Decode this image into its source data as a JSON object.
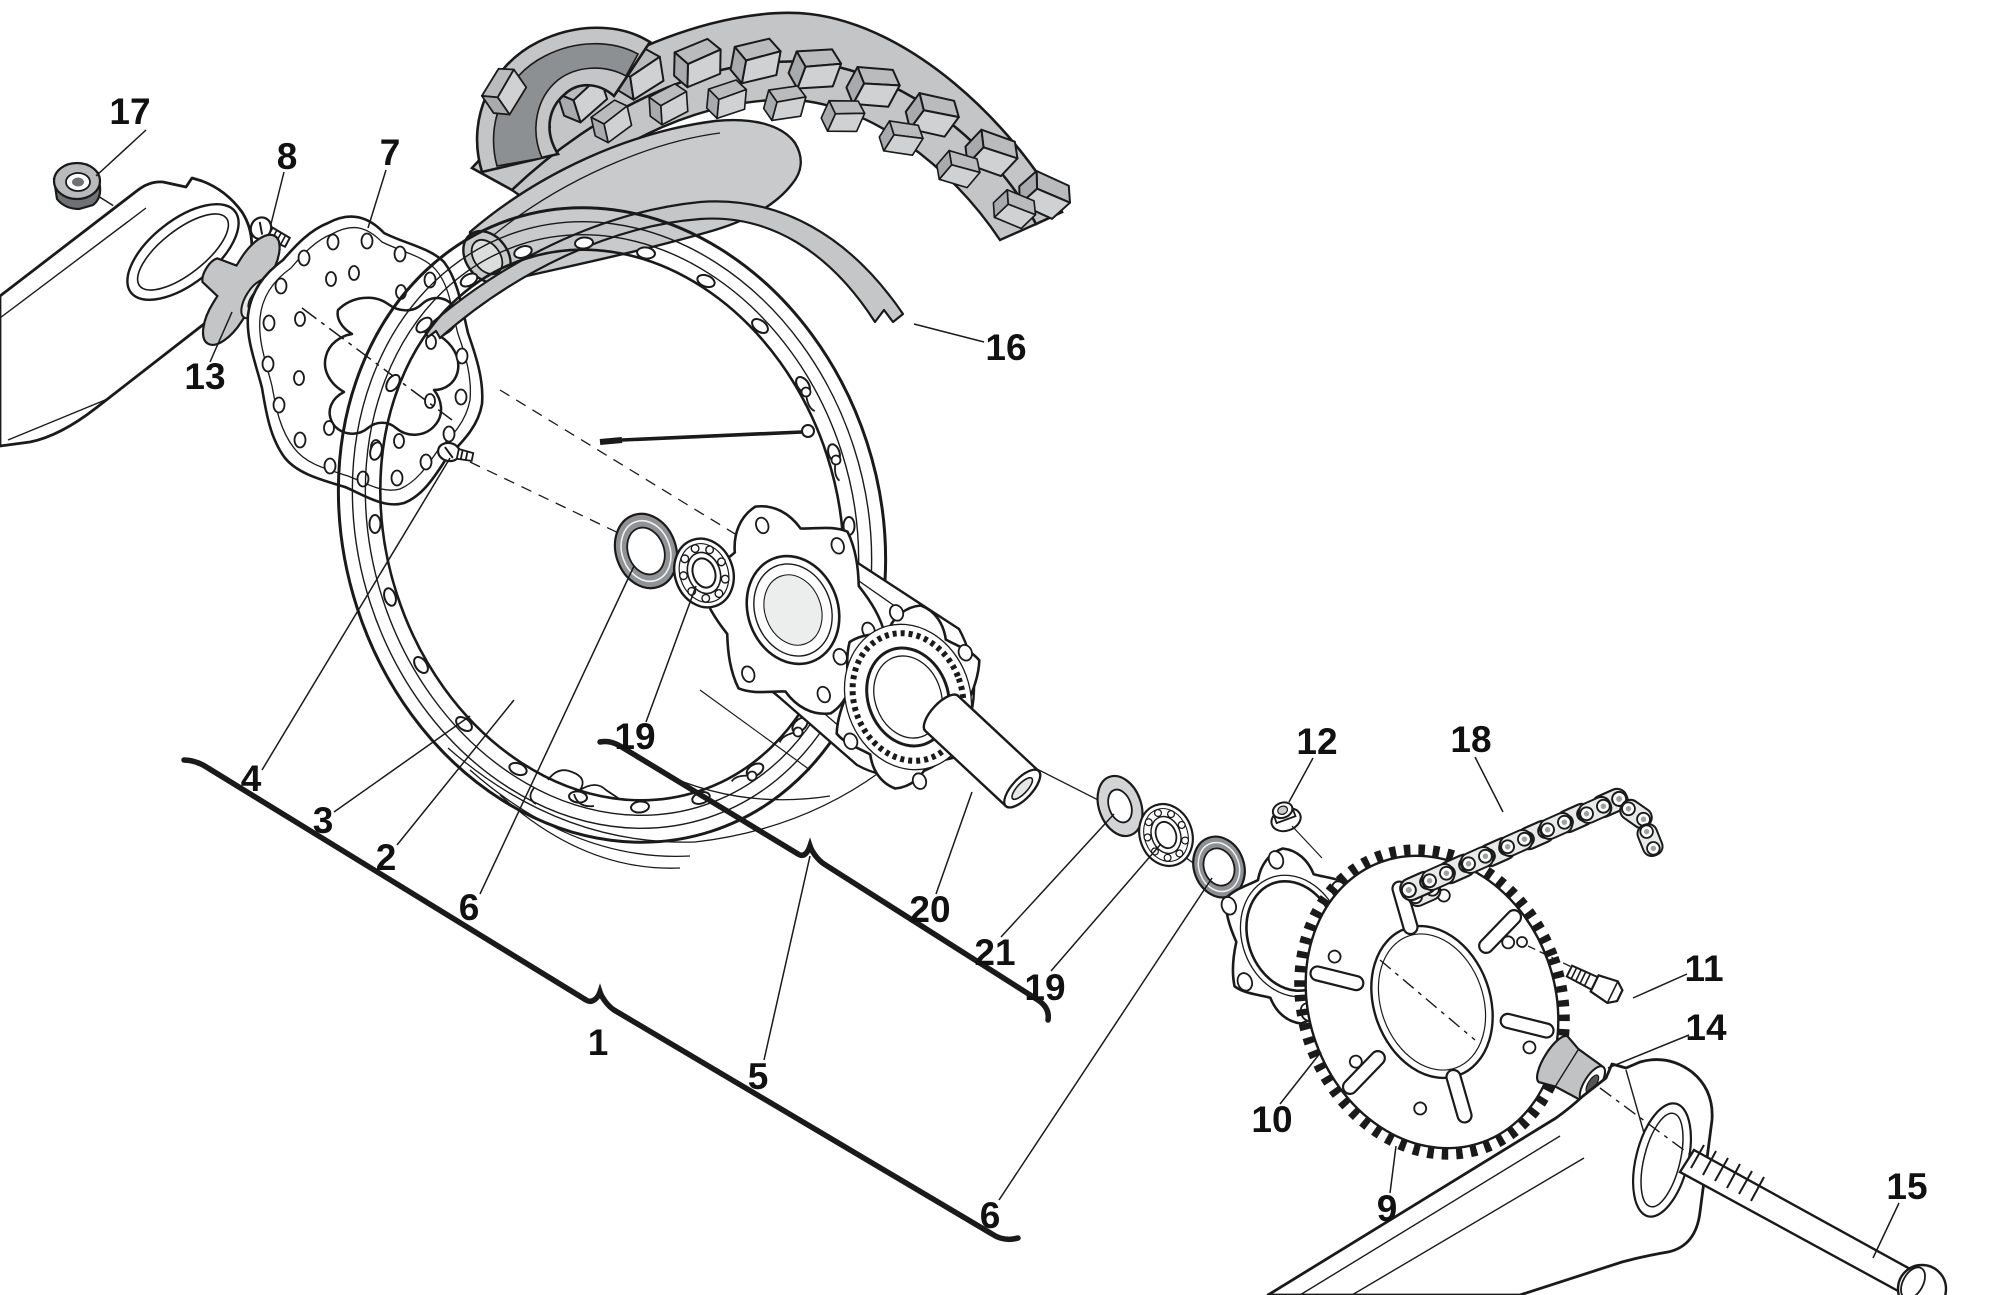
{
  "figure": {
    "type": "exploded-parts-diagram",
    "subject": "Rear wheel assembly with tire, rim, hub, brake disc, sprocket, chain and swingarm axle"
  },
  "colors": {
    "line": "#1a1a1a",
    "gray_light": "#cfd1d2",
    "gray_mid": "#c3c5c6",
    "gray_dark": "#8d9093",
    "background": "#ffffff"
  },
  "callouts": [
    {
      "label": "17"
    },
    {
      "label": "8"
    },
    {
      "label": "7"
    },
    {
      "label": "13"
    },
    {
      "label": "16"
    },
    {
      "label": "4"
    },
    {
      "label": "3"
    },
    {
      "label": "2"
    },
    {
      "label": "6"
    },
    {
      "label": "19"
    },
    {
      "label": "1"
    },
    {
      "label": "5"
    },
    {
      "label": "20"
    },
    {
      "label": "21"
    },
    {
      "label": "19"
    },
    {
      "label": "6"
    },
    {
      "label": "12"
    },
    {
      "label": "18"
    },
    {
      "label": "11"
    },
    {
      "label": "10"
    },
    {
      "label": "9"
    },
    {
      "label": "14"
    },
    {
      "label": "15"
    }
  ]
}
